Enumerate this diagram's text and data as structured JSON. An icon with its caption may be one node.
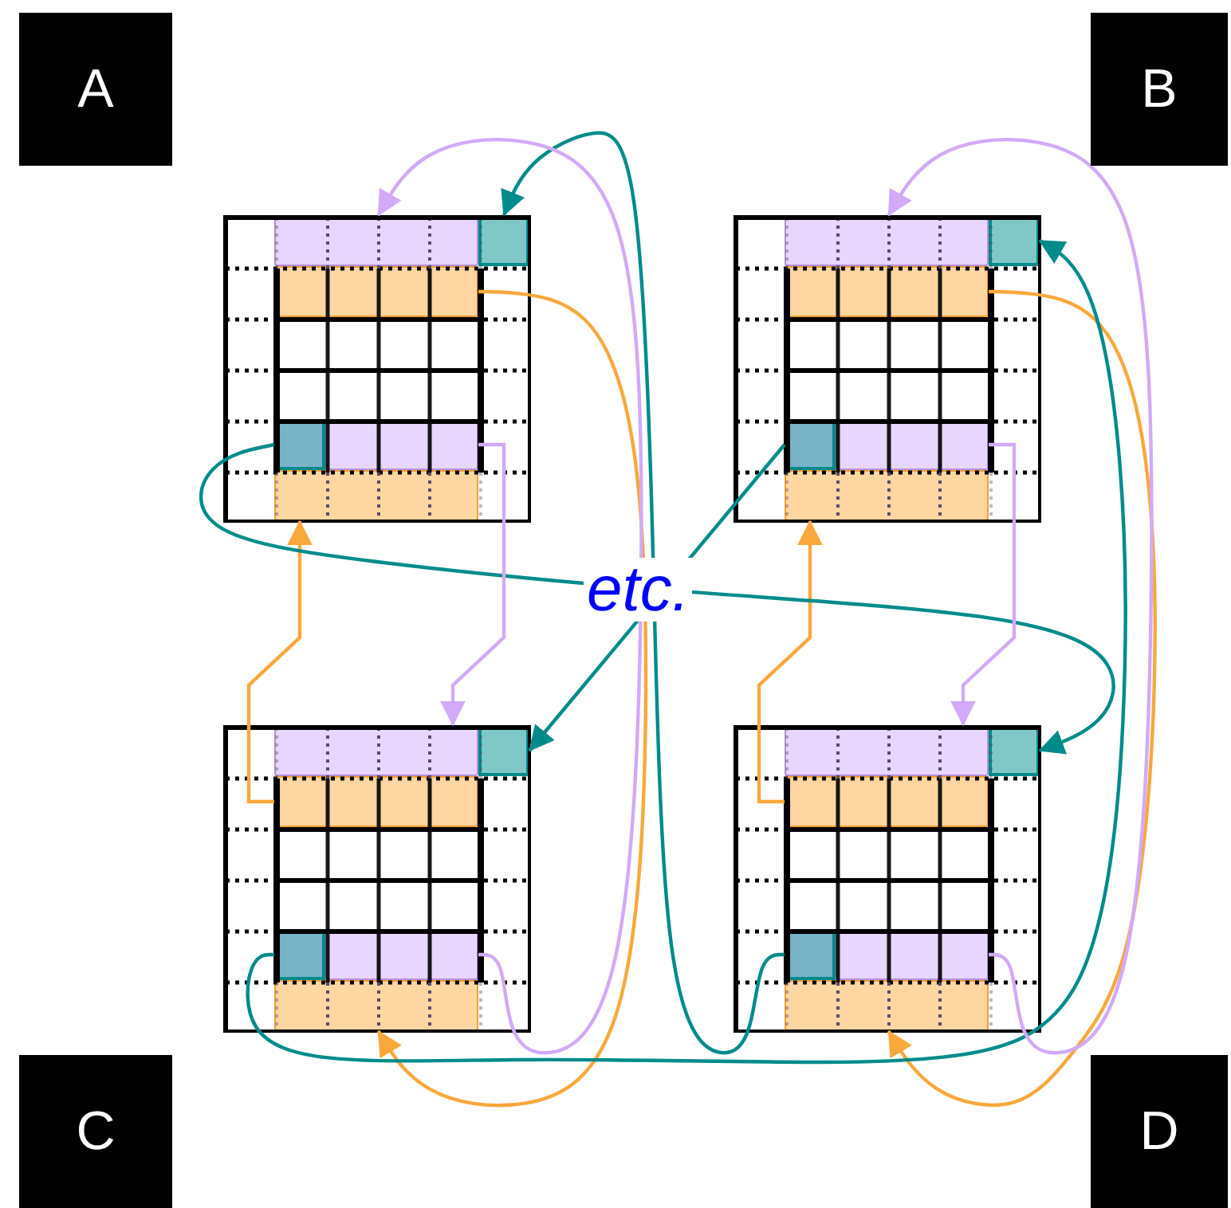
{
  "diagram": {
    "nodes": [
      {
        "text": [
          "A"
        ]
      },
      {
        "text": [
          "B"
        ]
      },
      {
        "text": [
          "C"
        ]
      },
      {
        "text": [
          "D"
        ]
      },
      {
        "text": [],
        "shape": "box"
      },
      {
        "text": [],
        "shape": "bar",
        "in": 4
      },
      {
        "text": [],
        "shape": "box",
        "in": 4
      },
      {
        "text": [],
        "shape": "bar",
        "in": 4
      },
      {
        "text": [],
        "shape": "box",
        "in": 4
      },
      {
        "text": [],
        "shape": "bar",
        "in": 4
      },
      {
        "text": [],
        "shape": "bar",
        "in": 4
      },
      {
        "text": [],
        "shape": "box"
      },
      {
        "text": [],
        "shape": "bar",
        "in": 11
      },
      {
        "text": [],
        "shape": "box",
        "in": 11
      },
      {
        "text": [],
        "shape": "bar",
        "in": 11
      },
      {
        "text": [],
        "shape": "box",
        "in": 11
      },
      {
        "text": [],
        "shape": "bar",
        "in": 11
      },
      {
        "text": [],
        "shape": "bar",
        "in": 11
      },
      {
        "text": [],
        "shape": "box"
      },
      {
        "text": [],
        "shape": "bar",
        "in": 18
      },
      {
        "text": [],
        "shape": "box",
        "in": 18
      },
      {
        "text": [],
        "shape": "bar",
        "in": 18
      },
      {
        "text": [],
        "shape": "box",
        "in": 18
      },
      {
        "text": [],
        "shape": "bar",
        "in": 18
      },
      {
        "text": [],
        "shape": "bar",
        "in": 18
      },
      {
        "text": [],
        "shape": "box"
      },
      {
        "text": [],
        "shape": "bar",
        "in": 25
      },
      {
        "text": [],
        "shape": "box",
        "in": 25
      },
      {
        "text": [],
        "shape": "bar",
        "in": 25
      },
      {
        "text": [],
        "shape": "box",
        "in": 25
      },
      {
        "text": [],
        "shape": "bar",
        "in": 25
      },
      {
        "text": [],
        "shape": "bar",
        "in": 25
      }
    ],
    "edges": [
      {
        "from": 9,
        "to": 19,
        "arrow": "to",
        "color": "#d2aaf8"
      },
      {
        "from": 16,
        "to": 26,
        "arrow": "to",
        "color": "#d2aaf8"
      },
      {
        "from": 23,
        "to": 5,
        "arrow": "to",
        "color": "#d2aaf8"
      },
      {
        "from": 30,
        "to": 12,
        "arrow": "to",
        "color": "#d2aaf8"
      },
      {
        "from": 21,
        "to": 10,
        "arrow": "to",
        "color": "#f9a83c"
      },
      {
        "from": 28,
        "to": 17,
        "arrow": "to",
        "color": "#f9a83c"
      },
      {
        "from": 7,
        "to": 24,
        "arrow": "to",
        "color": "#f9a83c"
      },
      {
        "from": 14,
        "to": 31,
        "arrow": "to",
        "color": "#f9a83c"
      },
      {
        "from": 8,
        "to": 27,
        "arrow": "to",
        "color": "#008b8b"
      },
      {
        "from": 15,
        "to": 20,
        "arrow": "to",
        "color": "#008b8b"
      },
      {
        "from": 22,
        "to": 13,
        "arrow": "to",
        "color": "#008b8b"
      },
      {
        "from": 29,
        "to": 6,
        "arrow": "to",
        "color": "#008b8b"
      }
    ],
    "labels": [
      "etc."
    ]
  }
}
